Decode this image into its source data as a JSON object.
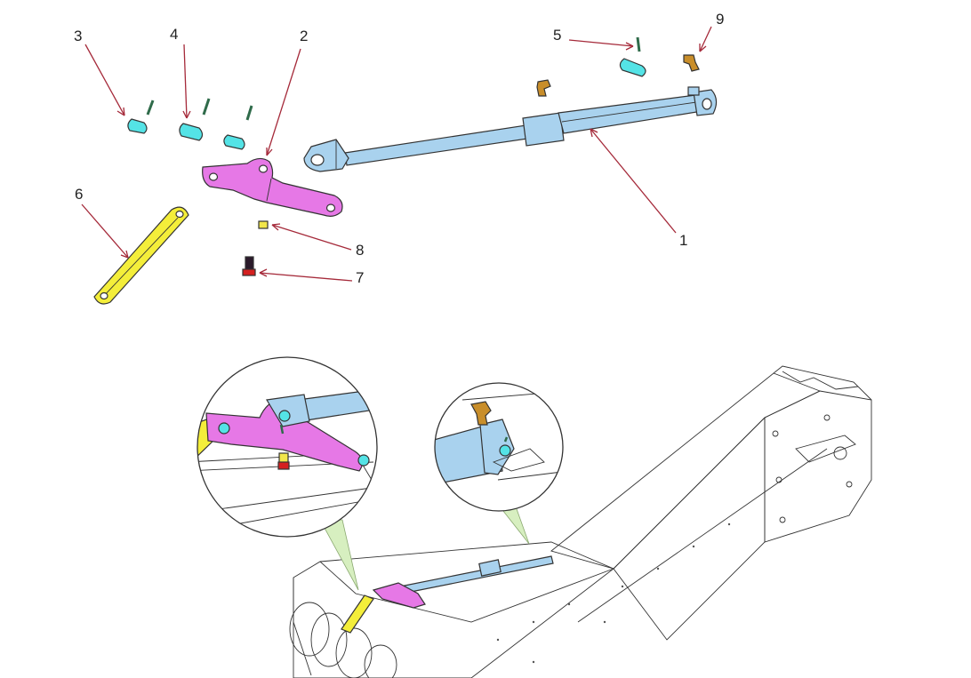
{
  "callouts": [
    {
      "id": "1",
      "label": "1"
    },
    {
      "id": "2",
      "label": "2"
    },
    {
      "id": "3",
      "label": "3"
    },
    {
      "id": "4",
      "label": "4"
    },
    {
      "id": "5",
      "label": "5"
    },
    {
      "id": "6",
      "label": "6"
    },
    {
      "id": "7",
      "label": "7"
    },
    {
      "id": "8",
      "label": "8"
    },
    {
      "id": "9",
      "label": "9"
    }
  ],
  "colors": {
    "cylinder": "#a9d2ee",
    "pivot_bracket": "#e678e6",
    "link_arm": "#f4ee3a",
    "pin": "#54e3e6",
    "cotter": "#2f6b4a",
    "fitting": "#c98e2a",
    "bolt_head": "#d42020",
    "bolt_shank": "#2a1a2a",
    "bushing": "#f1e64a",
    "leader": "#a52a3a",
    "zoom_cone": "#d7efc0"
  }
}
